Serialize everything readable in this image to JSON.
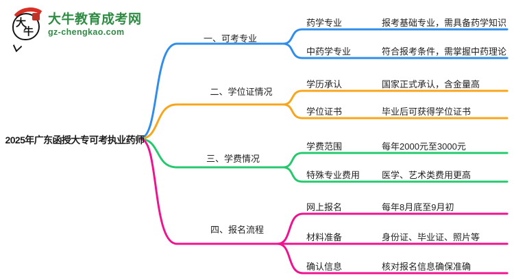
{
  "logo": {
    "site_name": "大牛教育成考网",
    "site_url": "gz-chengkao.com",
    "icon_char_1": "大",
    "icon_char_2": "牛",
    "brand_color": "#2e8b43"
  },
  "root": {
    "title": "2025年广东函授大专可考执业药师"
  },
  "branches": [
    {
      "label": "一、可考专业",
      "color": "#2f8deb",
      "children": [
        {
          "label": "药学专业",
          "desc": "报考基础专业，需具备药学知识"
        },
        {
          "label": "中药学专业",
          "desc": "符合报考条件，需掌握中药理论"
        }
      ]
    },
    {
      "label": "二、学位证情况",
      "color": "#f9a51a",
      "children": [
        {
          "label": "学历承认",
          "desc": "国家正式承认，含金量高"
        },
        {
          "label": "学位证书",
          "desc": "毕业后可获得学位证书"
        }
      ]
    },
    {
      "label": "三、学费情况",
      "color": "#24c96e",
      "children": [
        {
          "label": "学费范围",
          "desc": "每年2000元至3000元"
        },
        {
          "label": "特殊专业费用",
          "desc": "医学、艺术类费用更高"
        }
      ]
    },
    {
      "label": "四、报名流程",
      "color": "#f0128f",
      "children": [
        {
          "label": "网上报名",
          "desc": "每年8月底至9月初"
        },
        {
          "label": "材料准备",
          "desc": "身份证、毕业证、照片等"
        },
        {
          "label": "确认信息",
          "desc": "核对报名信息确保准确"
        }
      ]
    }
  ]
}
